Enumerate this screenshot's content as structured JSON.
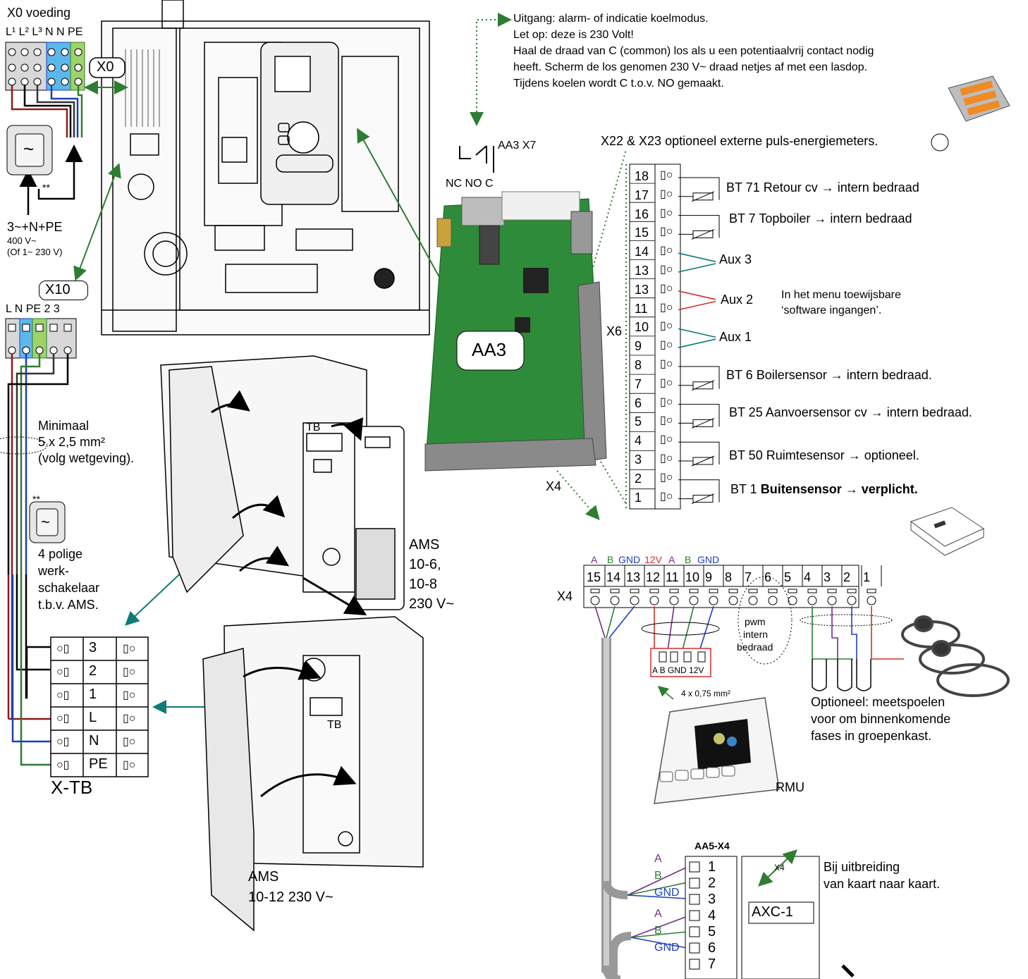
{
  "x0": {
    "title": "X0 voeding",
    "terminals": "L¹ L² L³ N N PE",
    "tag": "X0",
    "supply": "3~+N+PE",
    "voltage": "400 V~",
    "alt": "(Of 1~ 230 V)",
    "switch_mark": "**"
  },
  "x10": {
    "tag": "X10",
    "terminals": "L N PE 2 3"
  },
  "cable": {
    "line1": "Minimaal",
    "line2": "5 x 2,5 mm²",
    "line3": "(volg wetgeving)."
  },
  "switch4": {
    "mark": "**",
    "line1": "4 polige",
    "line2": "werk-",
    "line3": "schakelaar",
    "line4": "t.b.v. AMS."
  },
  "xtb": {
    "label": "X-TB",
    "rows": [
      "3",
      "2",
      "1",
      "L",
      "N",
      "PE"
    ]
  },
  "ams_a": {
    "line1": "AMS",
    "line2": "10-6,",
    "line3": "10-8",
    "line4": "230 V~",
    "tb": "TB"
  },
  "ams_b": {
    "line1": "AMS",
    "line2": "10-12  230 V~",
    "tb": "TB"
  },
  "aa3": {
    "label": "AA3",
    "x7": "AA3 X7",
    "contacts": "NC NO C",
    "x6": "X6",
    "x4": "X4"
  },
  "output_note": {
    "line1": "Uitgang: alarm- of indicatie koelmodus.",
    "line2": "Let op: deze is 230 Volt!",
    "line3": "Haal de draad van C (common) los als u een potentiaalvrij contact nodig",
    "line4": "heeft. Scherm de los genomen 230 V~ draad netjes af met een lasdop.",
    "line5": "Tijdens koelen wordt C  t.o.v. NO gemaakt."
  },
  "x22_note": "X22 & X23 optioneel externe puls-energiemeters.",
  "x6_terminals": [
    "18",
    "17",
    "16",
    "15",
    "14",
    "13",
    "13",
    "11",
    "10",
    "9",
    "8",
    "7",
    "6",
    "5",
    "4",
    "3",
    "2",
    "1"
  ],
  "sensors": {
    "bt71": "BT 71 Retour cv → intern bedraad",
    "bt7": "BT 7  Topboiler → intern bedraad",
    "aux3": "Aux 3",
    "aux2": "Aux 2",
    "aux1": "Aux 1",
    "menu1": "In het menu toewijsbare",
    "menu2": "‘software ingangen’.",
    "bt6": "BT 6   Boilersensor → intern bedraad.",
    "bt25": "BT 25 Aanvoersensor cv → intern bedraad.",
    "bt50": "BT 50 Ruimtesensor → optioneel.",
    "bt1_a": "BT 1  ",
    "bt1_b": "Buitensensor → verplicht."
  },
  "x4": {
    "label": "X4",
    "numbers": [
      "15",
      "14",
      "13",
      "12",
      "11",
      "10",
      "9",
      "8",
      "7",
      "6",
      "5",
      "4",
      "3",
      "2",
      "1"
    ],
    "signals": [
      {
        "text": "A",
        "color": "#7a2a8c"
      },
      {
        "text": "B",
        "color": "#2e7d32"
      },
      {
        "text": "GND",
        "color": "#1e3fbf"
      },
      {
        "text": "12V",
        "color": "#d32f2f"
      },
      {
        "text": "A",
        "color": "#7a2a8c"
      },
      {
        "text": "B",
        "color": "#2e7d32"
      },
      {
        "text": "GND",
        "color": "#1e3fbf"
      }
    ],
    "pwm1": "pwm",
    "pwm2": "intern",
    "pwm3": "bedraad",
    "rmu_plug": "A  B  GND 12V",
    "cable": "4 x 0,75 mm²"
  },
  "rmu": {
    "label": "RMU"
  },
  "coils": {
    "line1": "Optioneel: meetspoelen",
    "line2": "voor om binnenkomende",
    "line3": "fases in groepenkast."
  },
  "aa5": {
    "title": "AA5-X4",
    "rows": [
      "1",
      "2",
      "3",
      "4",
      "5",
      "6",
      "7"
    ],
    "wires": [
      "A",
      "B",
      "GND",
      "A",
      "B",
      "GND"
    ],
    "card": "AXC-1",
    "card_x4": "X4",
    "note1": "Bij uitbreiding",
    "note2": "van kaart naar kaart."
  },
  "colors": {
    "brown": "#8b1a1a",
    "blue": "#1e3fbf",
    "green": "#2e7d32",
    "teal": "#0f7a7a",
    "red": "#d32f2f",
    "purple": "#7a2a8c",
    "pcb": "#2e8b3a"
  }
}
